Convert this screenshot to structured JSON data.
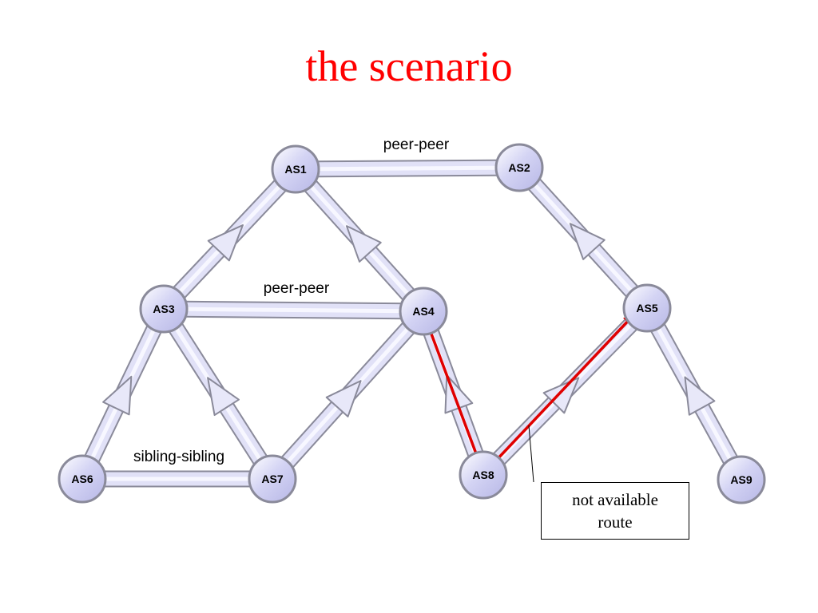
{
  "title": "the scenario",
  "nodes": [
    {
      "id": "AS1",
      "label": "AS1"
    },
    {
      "id": "AS2",
      "label": "AS2"
    },
    {
      "id": "AS3",
      "label": "AS3"
    },
    {
      "id": "AS4",
      "label": "AS4"
    },
    {
      "id": "AS5",
      "label": "AS5"
    },
    {
      "id": "AS6",
      "label": "AS6"
    },
    {
      "id": "AS7",
      "label": "AS7"
    },
    {
      "id": "AS8",
      "label": "AS8"
    },
    {
      "id": "AS9",
      "label": "AS9"
    }
  ],
  "edges": [
    {
      "from": "AS1",
      "to": "AS2",
      "type": "peer-peer",
      "label": "peer-peer"
    },
    {
      "from": "AS3",
      "to": "AS4",
      "type": "peer-peer",
      "label": "peer-peer"
    },
    {
      "from": "AS6",
      "to": "AS7",
      "type": "sibling-sibling",
      "label": "sibling-sibling"
    },
    {
      "from": "AS3",
      "to": "AS1",
      "type": "customer-provider"
    },
    {
      "from": "AS4",
      "to": "AS1",
      "type": "customer-provider"
    },
    {
      "from": "AS5",
      "to": "AS2",
      "type": "customer-provider"
    },
    {
      "from": "AS6",
      "to": "AS3",
      "type": "customer-provider"
    },
    {
      "from": "AS7",
      "to": "AS3",
      "type": "customer-provider"
    },
    {
      "from": "AS7",
      "to": "AS4",
      "type": "customer-provider"
    },
    {
      "from": "AS8",
      "to": "AS4",
      "type": "customer-provider"
    },
    {
      "from": "AS8",
      "to": "AS5",
      "type": "customer-provider"
    },
    {
      "from": "AS9",
      "to": "AS5",
      "type": "customer-provider"
    }
  ],
  "highlighted_route": [
    "AS4",
    "AS8",
    "AS5"
  ],
  "callout": {
    "line1": "not available",
    "line2": "route"
  },
  "colors": {
    "title": "#ff0000",
    "route": "#e00000",
    "node_fill": "#d6d6f5",
    "node_stroke": "#8a8a9a"
  }
}
